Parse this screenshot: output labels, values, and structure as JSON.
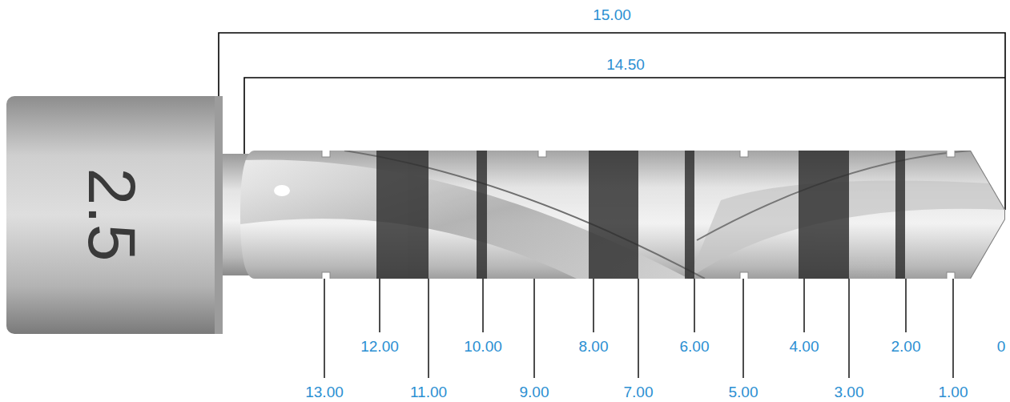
{
  "diagram": {
    "labels": [
      "15.00",
      "14.50",
      "2.5",
      "12.00",
      "10.00",
      "8.00",
      "6.00",
      "4.00",
      "2.00",
      "0",
      "13.00",
      "11.00",
      "9.00",
      "7.00",
      "5.00",
      "3.00",
      "1.00"
    ]
  }
}
